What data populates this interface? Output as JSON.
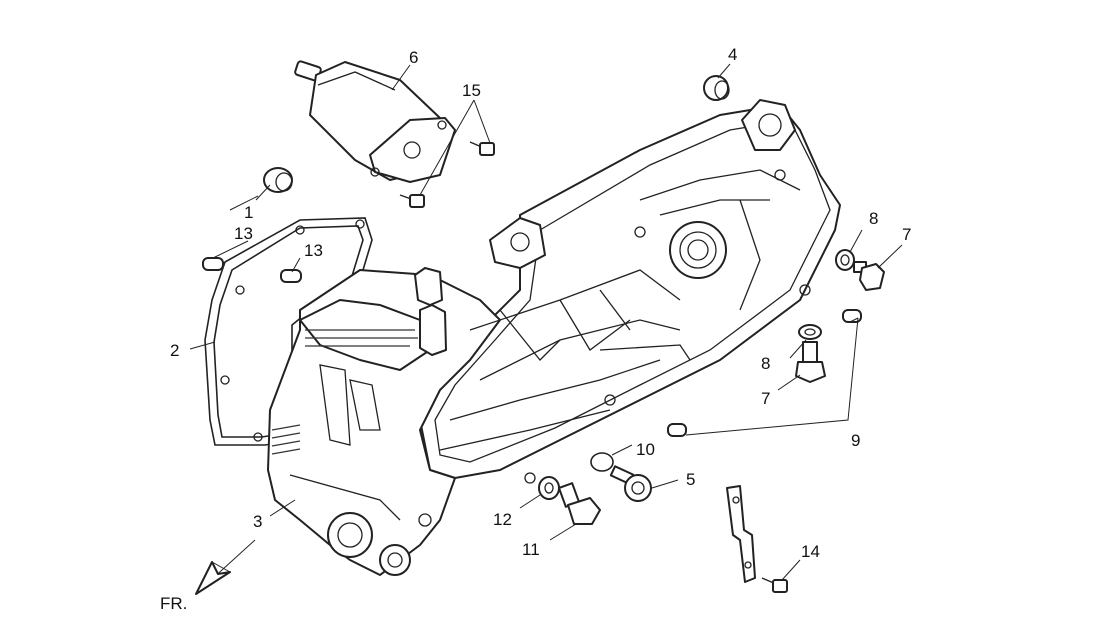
{
  "callouts": [
    {
      "id": "c1",
      "label": "1"
    },
    {
      "id": "c2",
      "label": "2"
    },
    {
      "id": "c3",
      "label": "3"
    },
    {
      "id": "c4",
      "label": "4"
    },
    {
      "id": "c5",
      "label": "5"
    },
    {
      "id": "c6",
      "label": "6"
    },
    {
      "id": "c7a",
      "label": "7"
    },
    {
      "id": "c7b",
      "label": "7"
    },
    {
      "id": "c8a",
      "label": "8"
    },
    {
      "id": "c8b",
      "label": "8"
    },
    {
      "id": "c9",
      "label": "9"
    },
    {
      "id": "c10",
      "label": "10"
    },
    {
      "id": "c11",
      "label": "11"
    },
    {
      "id": "c12",
      "label": "12"
    },
    {
      "id": "c13a",
      "label": "13"
    },
    {
      "id": "c13b",
      "label": "13"
    },
    {
      "id": "c14",
      "label": "14"
    },
    {
      "id": "c15",
      "label": "15"
    }
  ],
  "orientation": {
    "label": "FR."
  }
}
